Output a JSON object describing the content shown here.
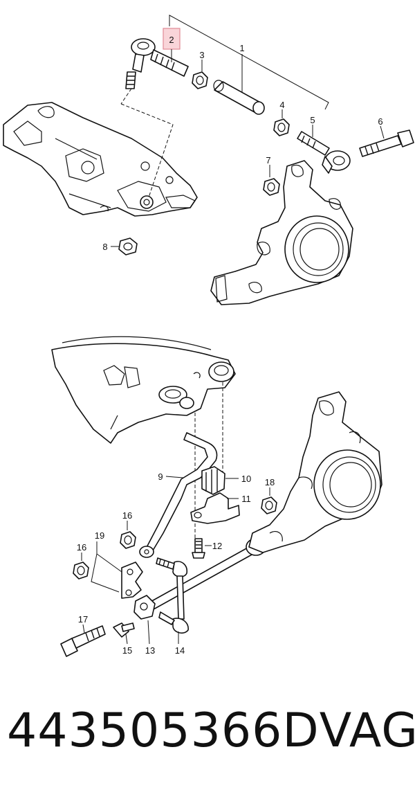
{
  "callouts": {
    "c1": "1",
    "c2": "2",
    "c3": "3",
    "c4": "4",
    "c5": "5",
    "c6": "6",
    "c7": "7",
    "c8": "8",
    "c9": "9",
    "c10": "10",
    "c11": "11",
    "c12": "12",
    "c13": "13",
    "c14": "14",
    "c15": "15",
    "c16a": "16",
    "c16b": "16",
    "c17": "17",
    "c18": "18",
    "c19": "19"
  },
  "highlight_color": "#f9d5d9",
  "footer": {
    "part_number": "443505366D",
    "brand": "VAG"
  }
}
